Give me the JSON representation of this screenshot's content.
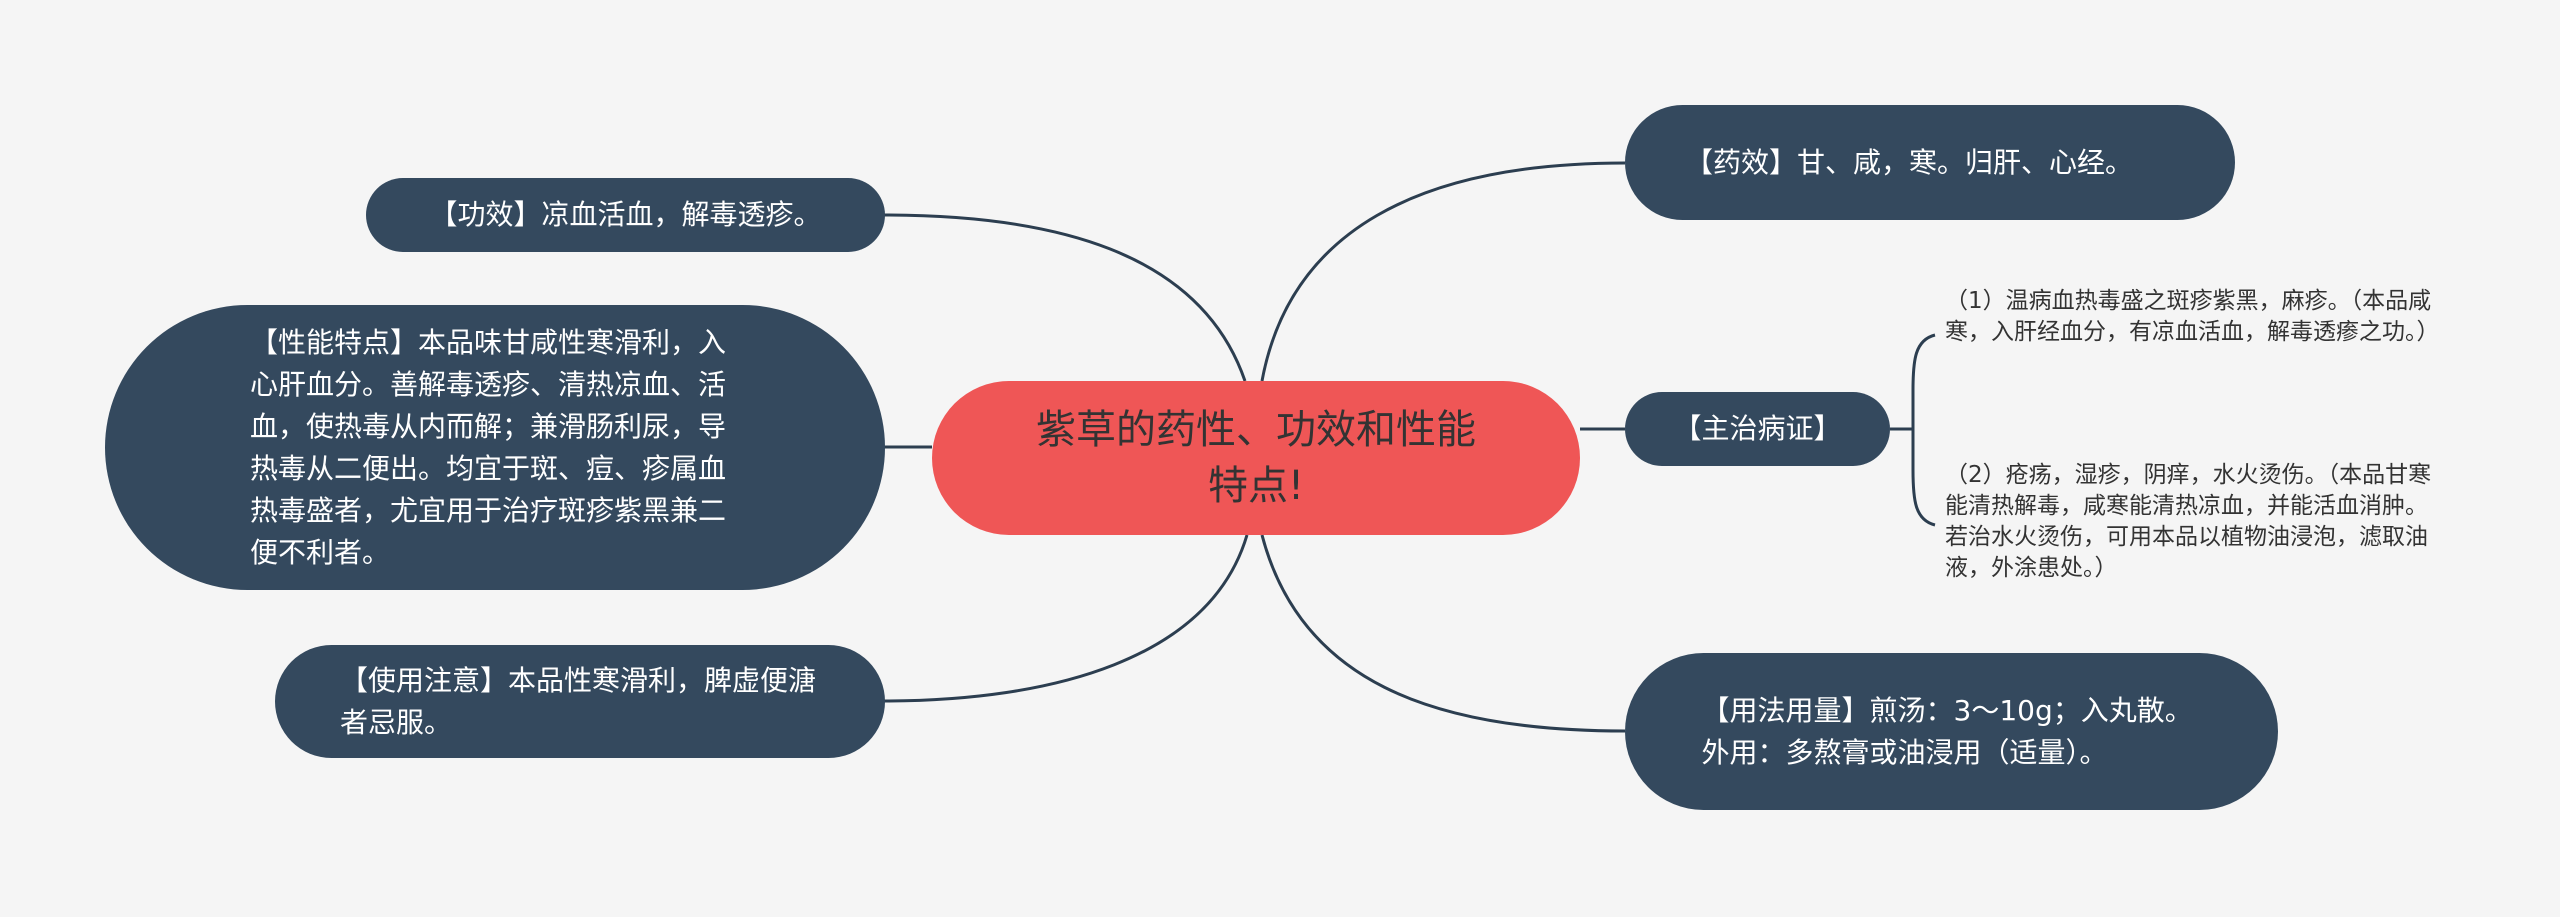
{
  "colors": {
    "background": "#f5f5f5",
    "central_fill": "#ef5656",
    "node_fill": "#34495e",
    "line": "#2c3e50"
  },
  "central": {
    "title": "紫草的药性、功效和性能特点!"
  },
  "left_nodes": [
    {
      "id": "gongxiao",
      "text": "【功效】凉血活血，解毒透疹。"
    },
    {
      "id": "xingneng",
      "text": "【性能特点】本品味甘咸性寒滑利，入心肝血分。善解毒透疹、清热凉血、活血，使热毒从内而解；兼滑肠利尿，导热毒从二便出。均宜于斑、痘、疹属血热毒盛者，尤宜用于治疗斑疹紫黑兼二便不利者。"
    },
    {
      "id": "zhuyi",
      "text": "【使用注意】本品性寒滑利，脾虚便溏者忌服。"
    }
  ],
  "right_nodes": [
    {
      "id": "yaoxiao",
      "text": "【药效】甘、咸，寒。归肝、心经。"
    },
    {
      "id": "zhuzhi",
      "text": "【主治病证】",
      "children": [
        {
          "text": "（1）温病血热毒盛之斑疹紫黑，麻疹。（本品咸寒，入肝经血分，有凉血活血，解毒透瘆之功。）"
        },
        {
          "text": "（2）疮疡，湿疹，阴痒，水火烫伤。（本品甘寒能清热解毒，咸寒能清热凉血，并能活血消肿。若治水火烫伤，可用本品以植物油浸泡，滤取油液，外涂患处。）"
        }
      ]
    },
    {
      "id": "yongfa",
      "text": "【用法用量】煎汤：3～10g；入丸散。外用：多熬膏或油浸用（适量）。"
    }
  ]
}
